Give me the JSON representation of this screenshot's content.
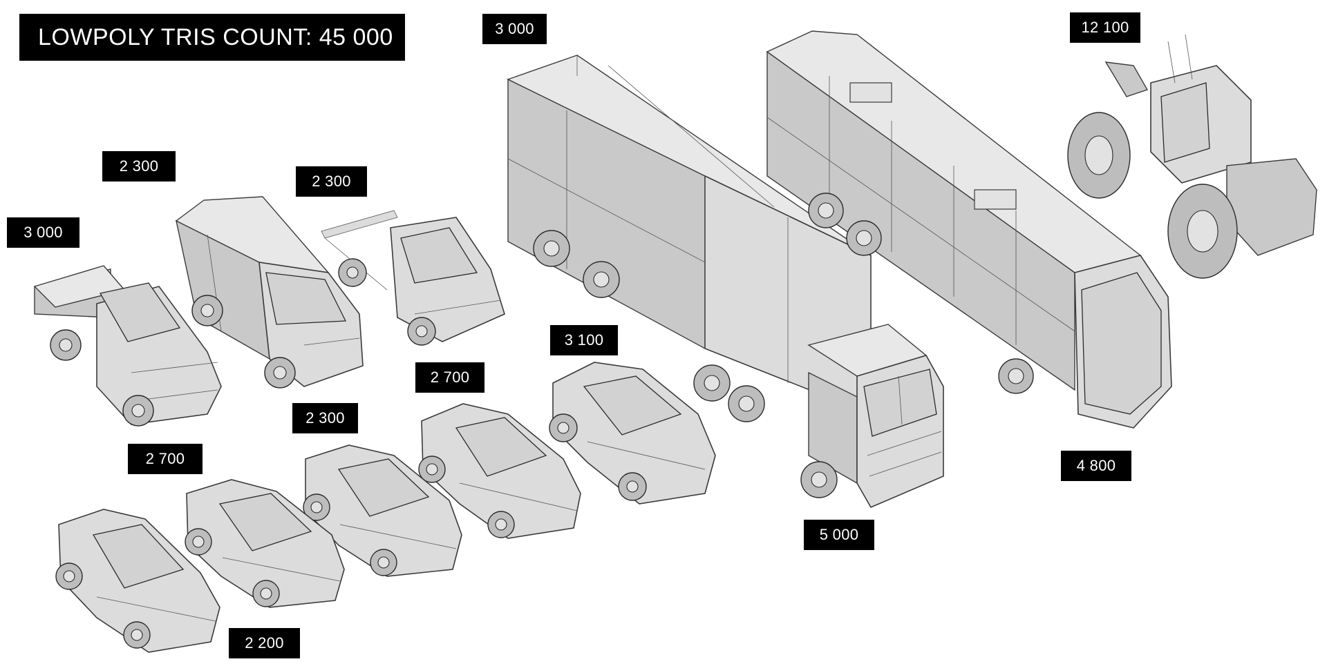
{
  "title": "LOWPOLY TRIS COUNT: 45 000",
  "labels": {
    "pickup": "3 000",
    "van": "2 300",
    "chassis_truck": "2 300",
    "semi_truck_trailer": "3 000",
    "bus": "4 800",
    "tractor": "12 100",
    "truck_cab": "5 000",
    "hatchback_small": "2 700",
    "sedan_a": "2 200",
    "sedan_b": "2 300",
    "sedan_c": "2 700",
    "suv_crossover": "3 100"
  }
}
